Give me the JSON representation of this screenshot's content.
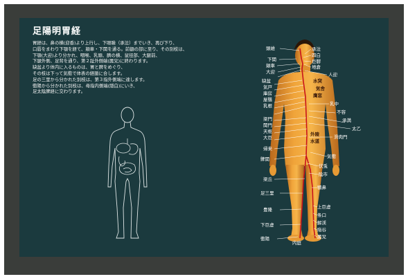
{
  "title": "足陽明胃経",
  "description": [
    "胃経は、鼻の横(迎香)より上行し、下眼瞼（承泣）までいき、再び下り、",
    "口唇をまわり下顎を経て、頬車・下関を通る。前額の部に至り、その別枝は、",
    "下顎(大迎)より分かれ、咽喉、乳頭、臍の横、鼠径部、大腿前、",
    "下腿外側、足背を通り、第２趾外側端(厲兌)に終わります。",
    "缺盆より体内に入るものは、胃と脾をめぐり、",
    "その枝は下って気衝で体表の経脈に合します。",
    "足の三里から分かれた別枝は、第３指外側端に達します。",
    "衝陽から分かれた別枝は、母指内側端(隠白)にいき、",
    "足太陰脾経に交わります。"
  ],
  "points": {
    "touwei": "頭維",
    "chengqi": "承泣",
    "sibai": "四白",
    "juliao": "巨髎",
    "xiaguan": "下関",
    "jiache": "頬車",
    "dicang": "地倉",
    "daying": "大迎",
    "renying": "人迎",
    "shuitu": "水突",
    "qishe": "気舎",
    "quepen": "缺盆",
    "qihu": "気戸",
    "kufang": "庫房",
    "wuyi": "屋翳",
    "yingchuang": "膺窓",
    "ruzhong": "乳中",
    "rugen": "乳根",
    "burong": "不容",
    "chengman": "承満",
    "liangmen": "梁門",
    "guanmen": "関門",
    "taiyi": "太乙",
    "huaroumen": "滑肉門",
    "tianshu": "天枢",
    "wailing": "外陵",
    "daju": "大巨",
    "shuidao": "水道",
    "guilai": "帰来",
    "qichong": "気衝",
    "biguan": "髀関",
    "futu": "伏兎",
    "yinshi": "陰市",
    "liangqiu": "梁丘",
    "dubi": "犢鼻",
    "zusanli": "足三里",
    "shangjuxu": "上巨虚",
    "tiaokou": "条口",
    "fenglong": "豊隆",
    "xiajuxu": "下巨虚",
    "jiexi": "解渓",
    "chongyang": "衝陽",
    "xiangu": "陥谷",
    "neiting": "内庭",
    "lidui": "厲兌"
  }
}
